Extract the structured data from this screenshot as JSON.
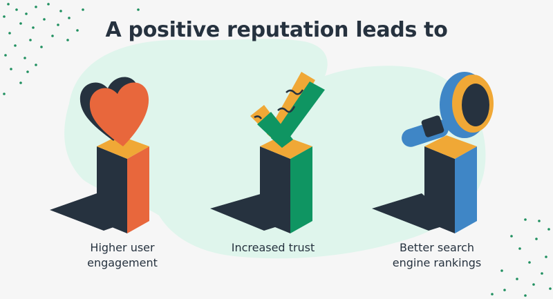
{
  "title": "A positive reputation leads to",
  "items": [
    {
      "label": "Higher user engagement",
      "icon": "heart-icon",
      "accent": "#e8673c"
    },
    {
      "label": "Increased trust",
      "icon": "checkmark-icon",
      "accent": "#0f9562"
    },
    {
      "label": "Better search engine rankings",
      "icon": "magnifier-icon",
      "accent": "#3f86c6"
    }
  ],
  "colors": {
    "background": "#f6f6f6",
    "blob": "#dff5ec",
    "dark": "#26323f",
    "cap_top": "#f0a836",
    "dots": "#1f8f5f"
  }
}
